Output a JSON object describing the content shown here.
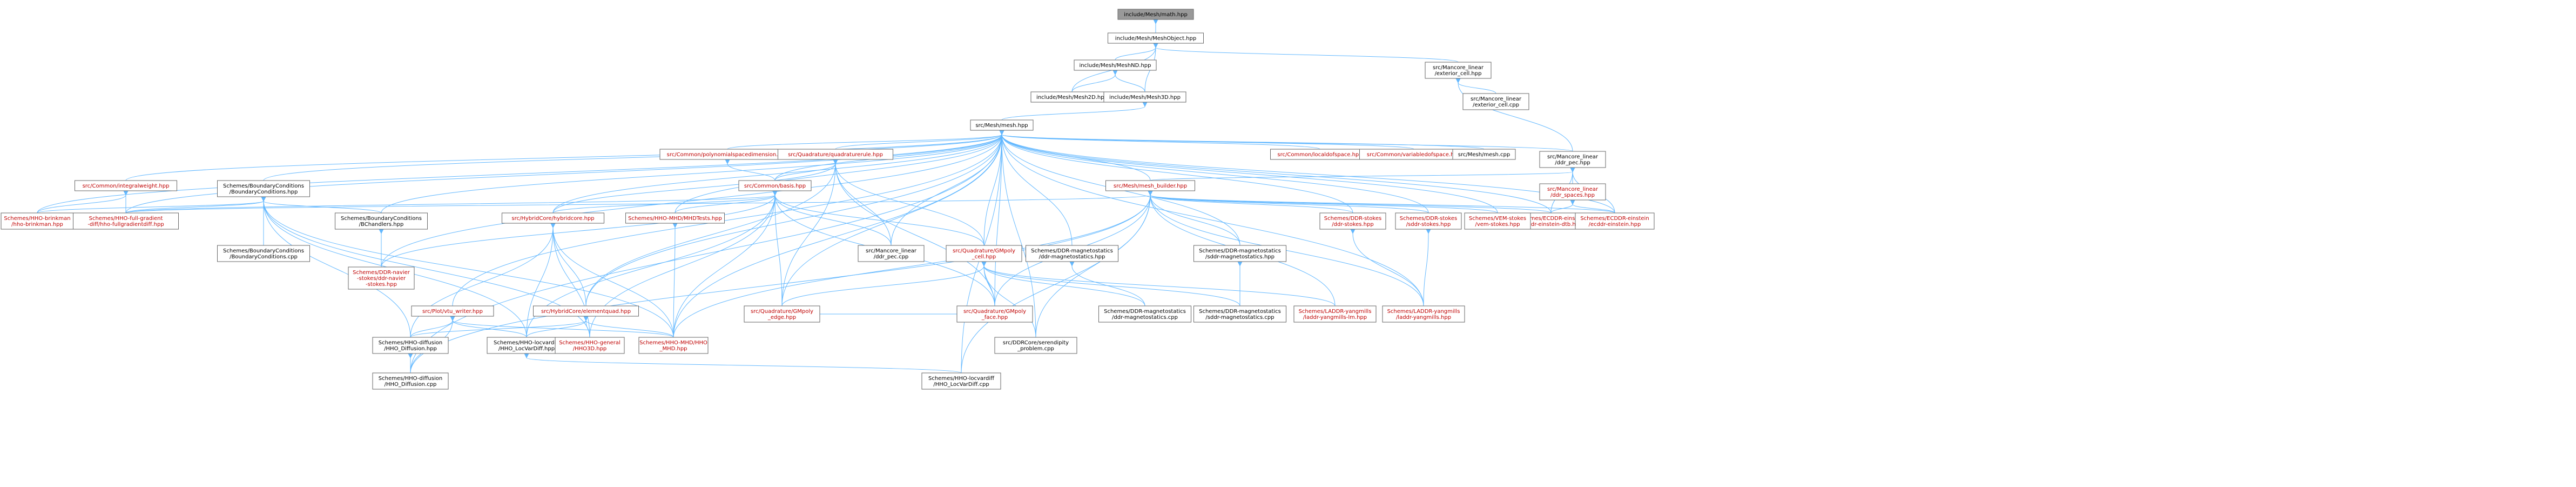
{
  "colors": {
    "node_fill": "#ffffff",
    "node_border": "#666666",
    "root_fill": "#999999",
    "text": "#000000",
    "missing_text": "#bf0000",
    "edge": "#63b8ff"
  },
  "nodes": [
    {
      "id": "mathhpp",
      "lines": [
        "include/Mesh/math.hpp"
      ],
      "root": true
    },
    {
      "id": "meshobj",
      "lines": [
        "include/Mesh/MeshObject.hpp"
      ]
    },
    {
      "id": "meshnd",
      "lines": [
        "include/Mesh/MeshND.hpp"
      ]
    },
    {
      "id": "mesh2d",
      "lines": [
        "include/Mesh/Mesh2D.hpp"
      ]
    },
    {
      "id": "mesh3d",
      "lines": [
        "include/Mesh/Mesh3D.hpp"
      ]
    },
    {
      "id": "extcellhpp",
      "lines": [
        "src/Mancore_linear",
        "/exterior_cell.hpp"
      ]
    },
    {
      "id": "extcellcpp",
      "lines": [
        "src/Mancore_linear",
        "/exterior_cell.cpp"
      ]
    },
    {
      "id": "srcmesh",
      "lines": [
        "src/Mesh/mesh.hpp"
      ]
    },
    {
      "id": "ddrpec",
      "lines": [
        "src/Mancore_linear",
        "/ddr_pec.hpp"
      ]
    },
    {
      "id": "ddrspaces",
      "lines": [
        "src/Mancore_linear",
        "/ddr_spaces.hpp"
      ],
      "red": true
    },
    {
      "id": "ecddrdtb",
      "lines": [
        "Schemes/ECDDR-einstein",
        "/ecddr-einstein-dtb.hpp"
      ],
      "red": true
    },
    {
      "id": "ecddr",
      "lines": [
        "Schemes/ECDDR-einstein",
        "/ecddr-einstein.hpp"
      ],
      "red": true
    },
    {
      "id": "intweight",
      "lines": [
        "src/Common/integralweight.hpp"
      ],
      "red": true
    },
    {
      "id": "hhobrink",
      "lines": [
        "Schemes/HHO-brinkman",
        "/hho-brinkman.hpp"
      ],
      "red": true
    },
    {
      "id": "hhofull",
      "lines": [
        "Schemes/HHO-full-gradient",
        "-diff/hho-fullgradientdiff.hpp"
      ],
      "red": true
    },
    {
      "id": "bchpp",
      "lines": [
        "Schemes/BoundaryConditions",
        "/BoundaryConditions.hpp"
      ]
    },
    {
      "id": "bccpp",
      "lines": [
        "Schemes/BoundaryConditions",
        "/BoundaryConditions.cpp"
      ]
    },
    {
      "id": "bchand",
      "lines": [
        "Schemes/BoundaryConditions",
        "/BChandlers.hpp"
      ]
    },
    {
      "id": "ddrnavier",
      "lines": [
        "Schemes/DDR-navier",
        "-stokes/ddr-navier",
        "-stokes.hpp"
      ],
      "red": true
    },
    {
      "id": "polydim",
      "lines": [
        "src/Common/polynomialspacedimension.hpp"
      ],
      "red": true
    },
    {
      "id": "quadrule",
      "lines": [
        "src/Quadrature/quadraturerule.hpp"
      ],
      "red": true
    },
    {
      "id": "basis",
      "lines": [
        "src/Common/basis.hpp"
      ],
      "red": true
    },
    {
      "id": "hybridcore",
      "lines": [
        "src/HybridCore/hybridcore.hpp"
      ],
      "red": true
    },
    {
      "id": "mhdtests",
      "lines": [
        "Schemes/HHO-MHD/MHDTests.hpp"
      ],
      "red": true
    },
    {
      "id": "manpec",
      "lines": [
        "src/Mancore_linear",
        "/ddr_pec.cpp"
      ]
    },
    {
      "id": "gmpolycell",
      "lines": [
        "src/Quadrature/GMpoly",
        "_cell.hpp"
      ],
      "red": true
    },
    {
      "id": "gmpolyedge",
      "lines": [
        "src/Quadrature/GMpoly",
        "_edge.hpp"
      ],
      "red": true
    },
    {
      "id": "gmpolyface",
      "lines": [
        "src/Quadrature/GMpoly",
        "_face.hpp"
      ],
      "red": true
    },
    {
      "id": "plotvtu",
      "lines": [
        "src/Plot/vtu_writer.hpp"
      ],
      "red": true
    },
    {
      "id": "elquad",
      "lines": [
        "src/HybridCore/elementquad.hpp"
      ],
      "red": true
    },
    {
      "id": "hhodiffhpp",
      "lines": [
        "Schemes/HHO-diffusion",
        "/HHO_Diffusion.hpp"
      ]
    },
    {
      "id": "hhodiffcpp",
      "lines": [
        "Schemes/HHO-diffusion",
        "/HHO_Diffusion.cpp"
      ]
    },
    {
      "id": "locvarhpp",
      "lines": [
        "Schemes/HHO-locvardiff",
        "/HHO_LocVarDiff.hpp"
      ]
    },
    {
      "id": "locvarcpp",
      "lines": [
        "Schemes/HHO-locvardiff",
        "/HHO_LocVarDiff.cpp"
      ]
    },
    {
      "id": "hho3d",
      "lines": [
        "Schemes/HHO-general",
        "/HHO3D.hpp"
      ],
      "red": true
    },
    {
      "id": "hhomhd",
      "lines": [
        "Schemes/HHO-MHD/HHO",
        "_MHD.hpp"
      ],
      "red": true
    },
    {
      "id": "ddrmagsthpp",
      "lines": [
        "Schemes/DDR-magnetostatics",
        "/ddr-magnetostatics.hpp"
      ]
    },
    {
      "id": "ddrmagstcpp",
      "lines": [
        "Schemes/DDR-magnetostatics",
        "/ddr-magnetostatics.cpp"
      ]
    },
    {
      "id": "meshbuilder",
      "lines": [
        "src/Mesh/mesh_builder.hpp"
      ],
      "red": true
    },
    {
      "id": "sddrmaghpp",
      "lines": [
        "Schemes/DDR-magnetostatics",
        "/sddr-magnetostatics.hpp"
      ]
    },
    {
      "id": "sddrmagcpp",
      "lines": [
        "Schemes/DDR-magnetostatics",
        "/sddr-magnetostatics.cpp"
      ]
    },
    {
      "id": "serendip",
      "lines": [
        "src/DDRCore/serendipity",
        "_problem.cpp"
      ]
    },
    {
      "id": "ddrstokes",
      "lines": [
        "Schemes/DDR-stokes",
        "/ddr-stokes.hpp"
      ],
      "red": true
    },
    {
      "id": "sddrstokes",
      "lines": [
        "Schemes/DDR-stokes",
        "/sddr-stokes.hpp"
      ],
      "red": true
    },
    {
      "id": "ladsim",
      "lines": [
        "Schemes/LADDR-yangmills",
        "/laddr-yangmills-lm.hpp"
      ],
      "red": true
    },
    {
      "id": "ladym",
      "lines": [
        "Schemes/LADDR-yangmills",
        "/laddr-yangmills.hpp"
      ],
      "red": true
    },
    {
      "id": "vemstokes",
      "lines": [
        "Schemes/VEM-stokes",
        "/vem-stokes.hpp"
      ],
      "red": true
    },
    {
      "id": "localdof",
      "lines": [
        "src/Common/localdofspace.hpp"
      ],
      "red": true
    },
    {
      "id": "vardof",
      "lines": [
        "src/Common/variabledofspace.hpp"
      ],
      "red": true
    },
    {
      "id": "meshcpp",
      "lines": [
        "src/Mesh/mesh.cpp"
      ]
    }
  ]
}
